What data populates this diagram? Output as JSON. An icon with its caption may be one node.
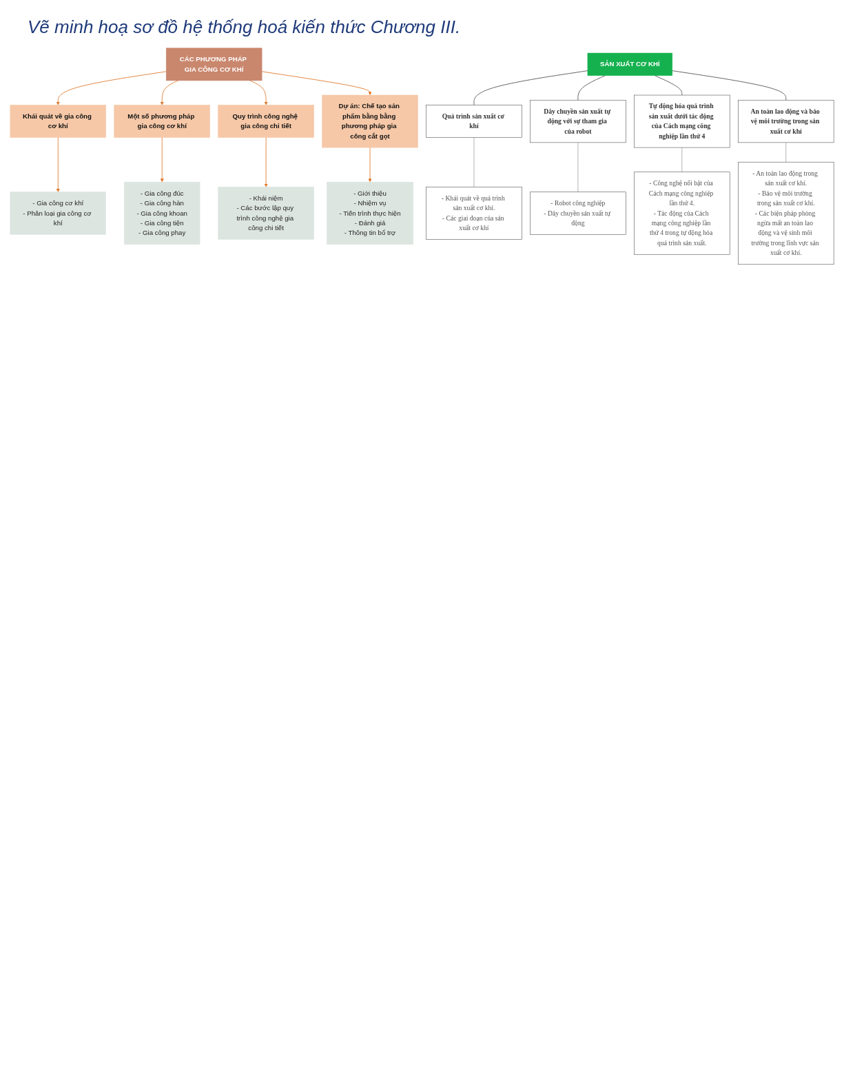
{
  "diagram": {
    "title": "Vẽ minh hoạ sơ đồ hệ thống hoá kiến thức Chương III.",
    "nodes": [
      {
        "text": [
          "CÁC PHƯƠNG PHÁP GIA CÔNG CƠ KHÍ"
        ]
      },
      {
        "text": [
          "Khái quát về gia công cơ khí"
        ]
      },
      {
        "text": [
          "Một số phương pháp gia công cơ khí"
        ]
      },
      {
        "text": [
          "Quy trình công nghệ gia công chi tiết"
        ]
      },
      {
        "text": [
          "Dự án: Chế tạo sản phẩm bằng bằng phương pháp gia công cắt gọt"
        ]
      },
      {
        "text": [
          "- Gia công cơ khí",
          "- Phân loại gia công cơ khí"
        ]
      },
      {
        "text": [
          "- Gia công đúc",
          "- Gia công hàn",
          "- Gia công khoan",
          "- Gia công tiện",
          "- Gia công phay"
        ]
      },
      {
        "text": [
          "- Khái niệm",
          "- Các bước lập quy trình công nghệ gia công chi tiết"
        ]
      },
      {
        "text": [
          "- Giới thiệu",
          "- Nhiệm vụ",
          "- Tiến trình thực hiện",
          "- Đánh giá",
          "- Thông tin bổ trợ"
        ]
      },
      {
        "text": [
          "SẢN XUẤT CƠ KHÍ"
        ]
      },
      {
        "text": [
          "Quá trình sản xuất cơ khí"
        ]
      },
      {
        "text": [
          "Dây chuyền sản xuất tự động với sự tham gia của robot"
        ]
      },
      {
        "text": [
          "Tự động hóa quá trình sản xuất dưới tác động của Cách mạng công nghiệp lần thứ 4"
        ]
      },
      {
        "text": [
          "An toàn lao động và bảo vệ môi trường trong sản xuất cơ khí"
        ]
      },
      {
        "text": [
          "- Khái quát về quá trình sản xuất cơ khí.",
          "- Các giai đoạn của sản xuất cơ khí"
        ]
      },
      {
        "text": [
          "- Robot công nghiệp",
          "- Dây chuyền sản xuất tự động"
        ]
      },
      {
        "text": [
          "- Công nghệ nổi bật của Cách mạng công nghiệp lần thứ 4.",
          "- Tác động của Cách mạng công nghiệp lần thứ 4 trong tự động hóa quá trình sản xuất."
        ]
      },
      {
        "text": [
          "- An toàn lao động trong sản xuất cơ khí.",
          "- Bảo vệ môi trường trong sản xuất cơ khí.",
          "- Các biện pháp phòng ngừa mất an toàn lao động và vệ sinh môi trường trong lĩnh vực sản xuất cơ khí."
        ]
      }
    ],
    "edges": [
      {
        "from": 0,
        "to": 1,
        "arrow": "to",
        "color": "#e07b30"
      },
      {
        "from": 0,
        "to": 2,
        "arrow": "to",
        "color": "#e07b30"
      },
      {
        "from": 0,
        "to": 3,
        "arrow": "to",
        "color": "#e07b30"
      },
      {
        "from": 0,
        "to": 4,
        "arrow": "to",
        "color": "#e07b30"
      },
      {
        "from": 1,
        "to": 5,
        "arrow": "to",
        "color": "#e07b30"
      },
      {
        "from": 2,
        "to": 6,
        "arrow": "to",
        "color": "#e07b30"
      },
      {
        "from": 3,
        "to": 7,
        "arrow": "to",
        "color": "#e07b30"
      },
      {
        "from": 4,
        "to": 8,
        "arrow": "to",
        "color": "#e07b30"
      },
      {
        "from": 9,
        "to": 10,
        "arrow": "none",
        "color": "#555555"
      },
      {
        "from": 9,
        "to": 11,
        "arrow": "none",
        "color": "#555555"
      },
      {
        "from": 9,
        "to": 12,
        "arrow": "none",
        "color": "#555555"
      },
      {
        "from": 9,
        "to": 13,
        "arrow": "none",
        "color": "#555555"
      },
      {
        "from": 10,
        "to": 14,
        "arrow": "none",
        "color": "#aaaaaa"
      },
      {
        "from": 11,
        "to": 15,
        "arrow": "none",
        "color": "#aaaaaa"
      },
      {
        "from": 12,
        "to": 16,
        "arrow": "none",
        "color": "#aaaaaa"
      },
      {
        "from": 13,
        "to": 17,
        "arrow": "none",
        "color": "#aaaaaa"
      }
    ]
  }
}
